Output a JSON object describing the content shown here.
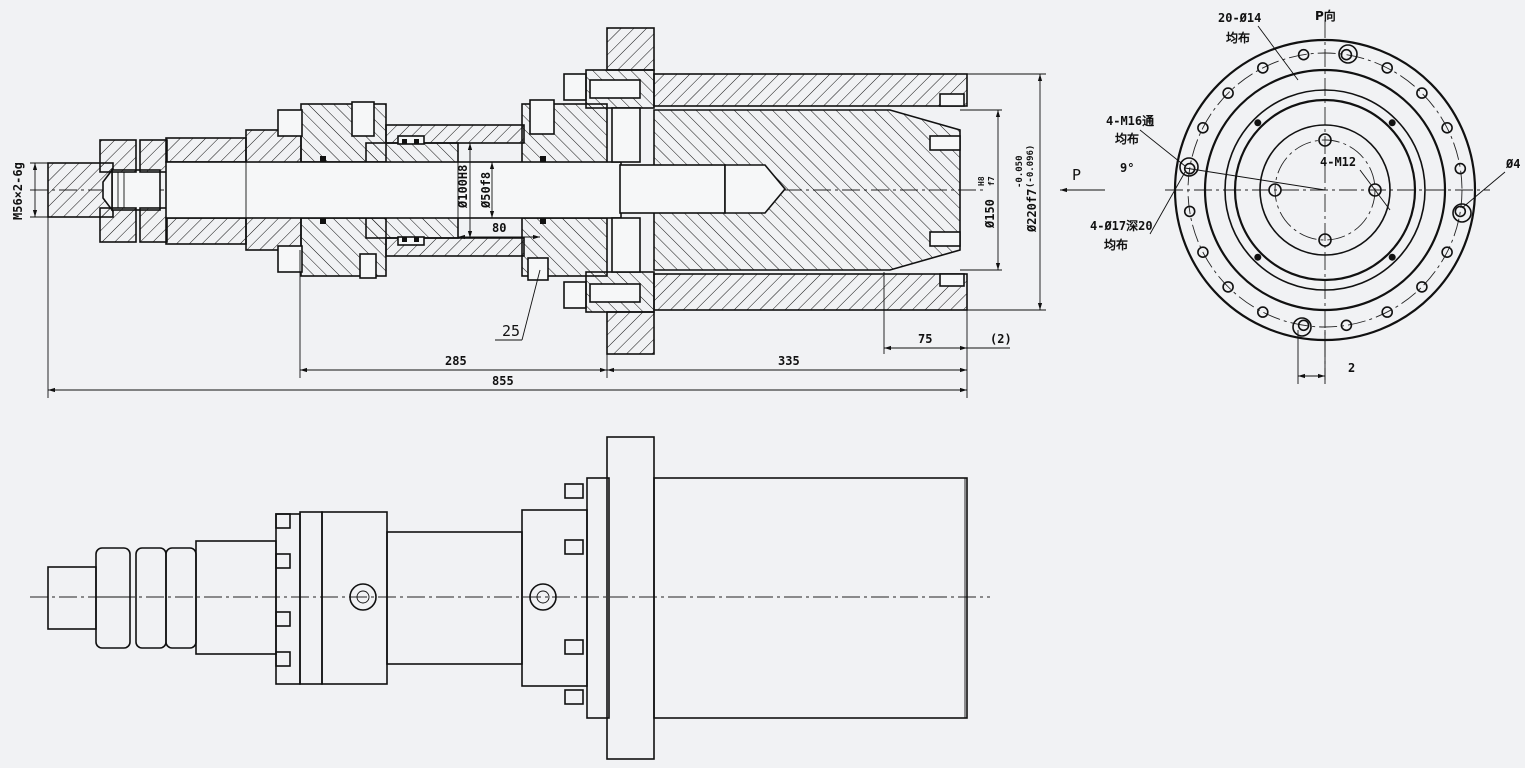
{
  "diagram": {
    "section_view": {
      "thread_callout": "M56×2-6g",
      "bore_dim": "Ø100H8",
      "rod_dim": "Ø50f8",
      "stroke_dim": "80",
      "bore150_dim": "Ø150",
      "bore150_tol_upper": "H8",
      "bore150_tol_lower": "f7",
      "outer220_dim": "Ø220f7",
      "outer220_tol": "(-0.050/-0.096)",
      "outer220_tol_upper": "-0.050",
      "outer220_tol_lower": "(-0.096)",
      "balloon_25": "25",
      "dim_285": "285",
      "dim_335": "335",
      "dim_855": "855",
      "dim_75": "75",
      "dim_2_paren": "(2)",
      "direction_P": "P"
    },
    "end_view": {
      "title": "P向",
      "holes_20": "20-Ø14",
      "holes_20_note": "均布",
      "m16": "4-M16通",
      "m16_note": "均布",
      "angle": "9°",
      "m12": "4-M12",
      "d17": "4-Ø17深20",
      "d17_note": "均布",
      "d4": "Ø4",
      "dim_2": "2"
    }
  }
}
